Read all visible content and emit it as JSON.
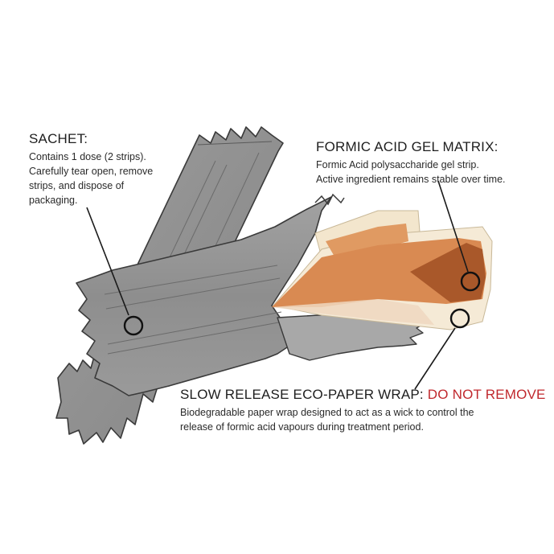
{
  "callouts": {
    "sachet": {
      "heading": "SACHET:",
      "lines": [
        "Contains 1 dose (2 strips).",
        "Carefully tear open, remove",
        "strips, and dispose of",
        "packaging."
      ]
    },
    "gel_matrix": {
      "heading": "FORMIC ACID GEL MATRIX:",
      "lines": [
        "Formic Acid polysaccharide gel strip.",
        "Active ingredient remains stable over time."
      ]
    },
    "paper_wrap": {
      "heading": "SLOW RELEASE ECO-PAPER WRAP:",
      "warning": "DO NOT REMOVE",
      "lines": [
        "Biodegradable paper wrap designed to act as a wick to control the",
        "release of formic acid vapours during treatment period."
      ]
    }
  },
  "colors": {
    "sachet_fill": "#8f8f8f",
    "sachet_outline": "#3a3a3a",
    "gel_orange": "#d98a52",
    "gel_dark": "#a9582a",
    "paper_wrap": "#f3e6cd",
    "warning_red": "#c0282d"
  },
  "icons": [
    "callout-circle-marker"
  ]
}
